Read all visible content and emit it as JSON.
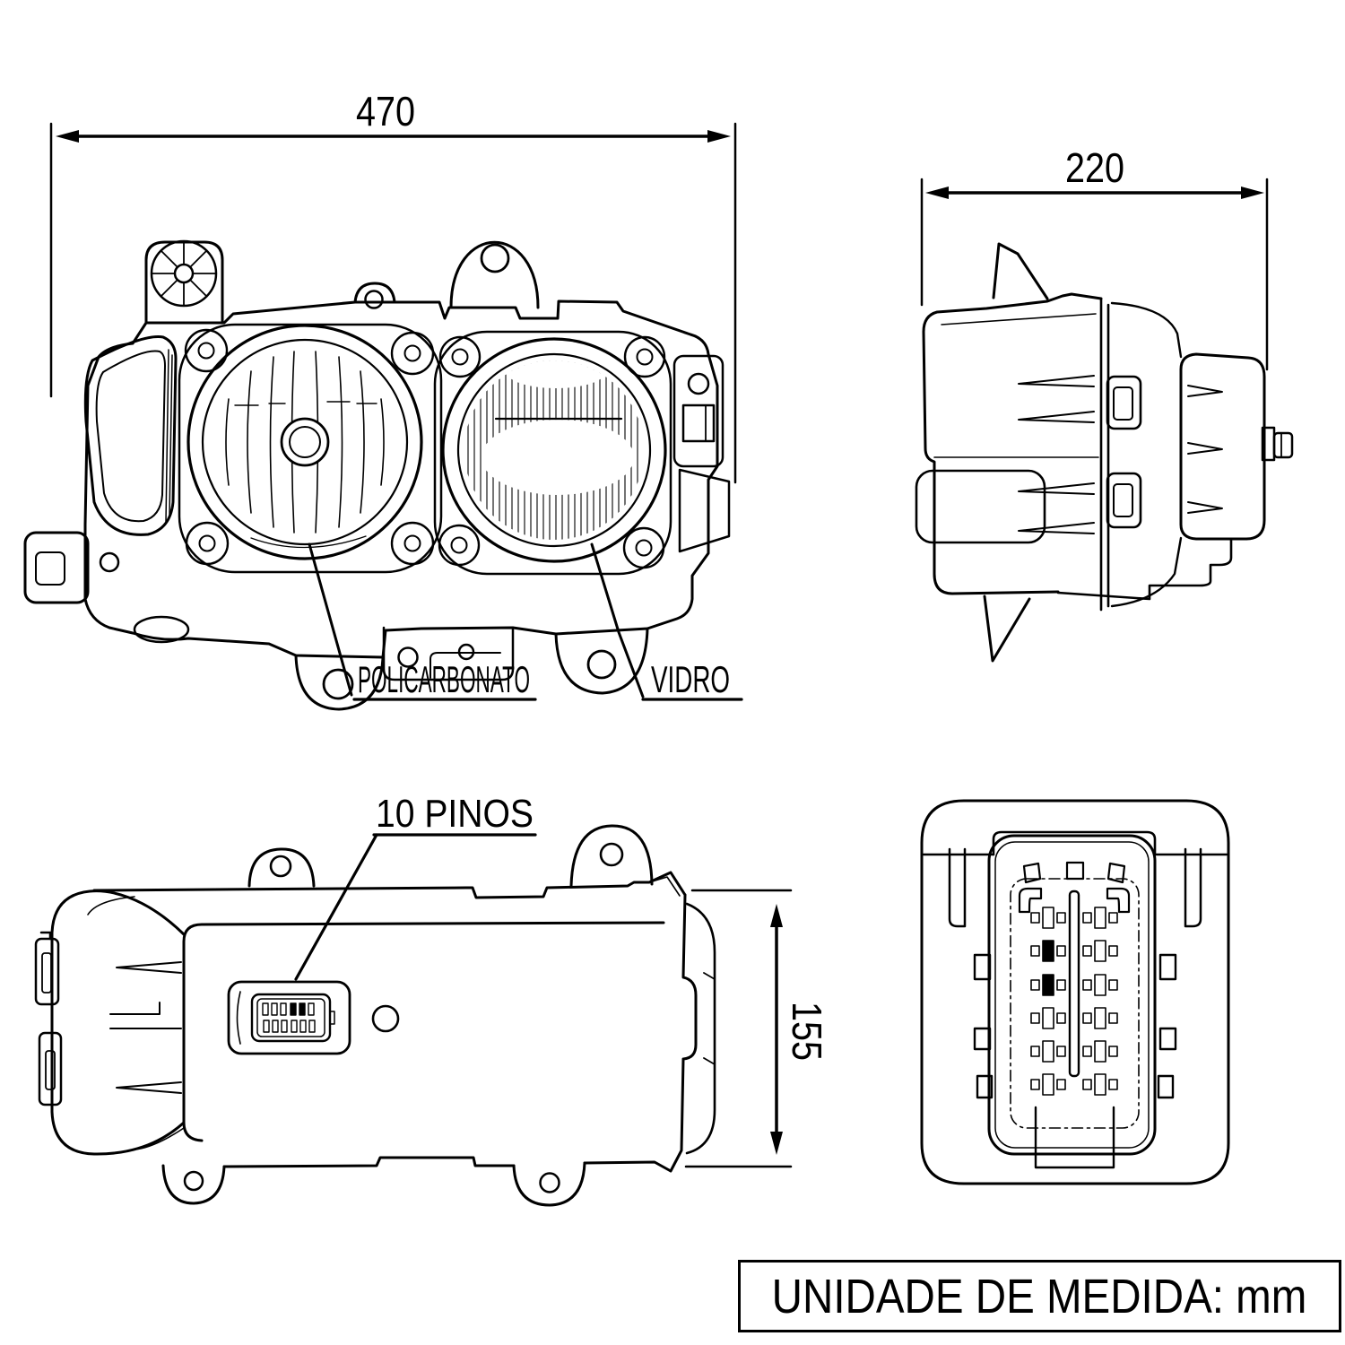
{
  "page": {
    "background_color": "#ffffff",
    "line_color": "#000000",
    "type": "technical-drawing"
  },
  "views": {
    "front": {
      "dimension_width": "470",
      "lens_left_label": "POLICARBONATO",
      "lens_right_label": "VIDRO"
    },
    "side": {
      "dimension_width": "220"
    },
    "back": {
      "connector_label": "10 PINOS",
      "dimension_height": "155"
    }
  },
  "footer": {
    "unit_note": "UNIDADE DE MEDIDA: mm"
  }
}
